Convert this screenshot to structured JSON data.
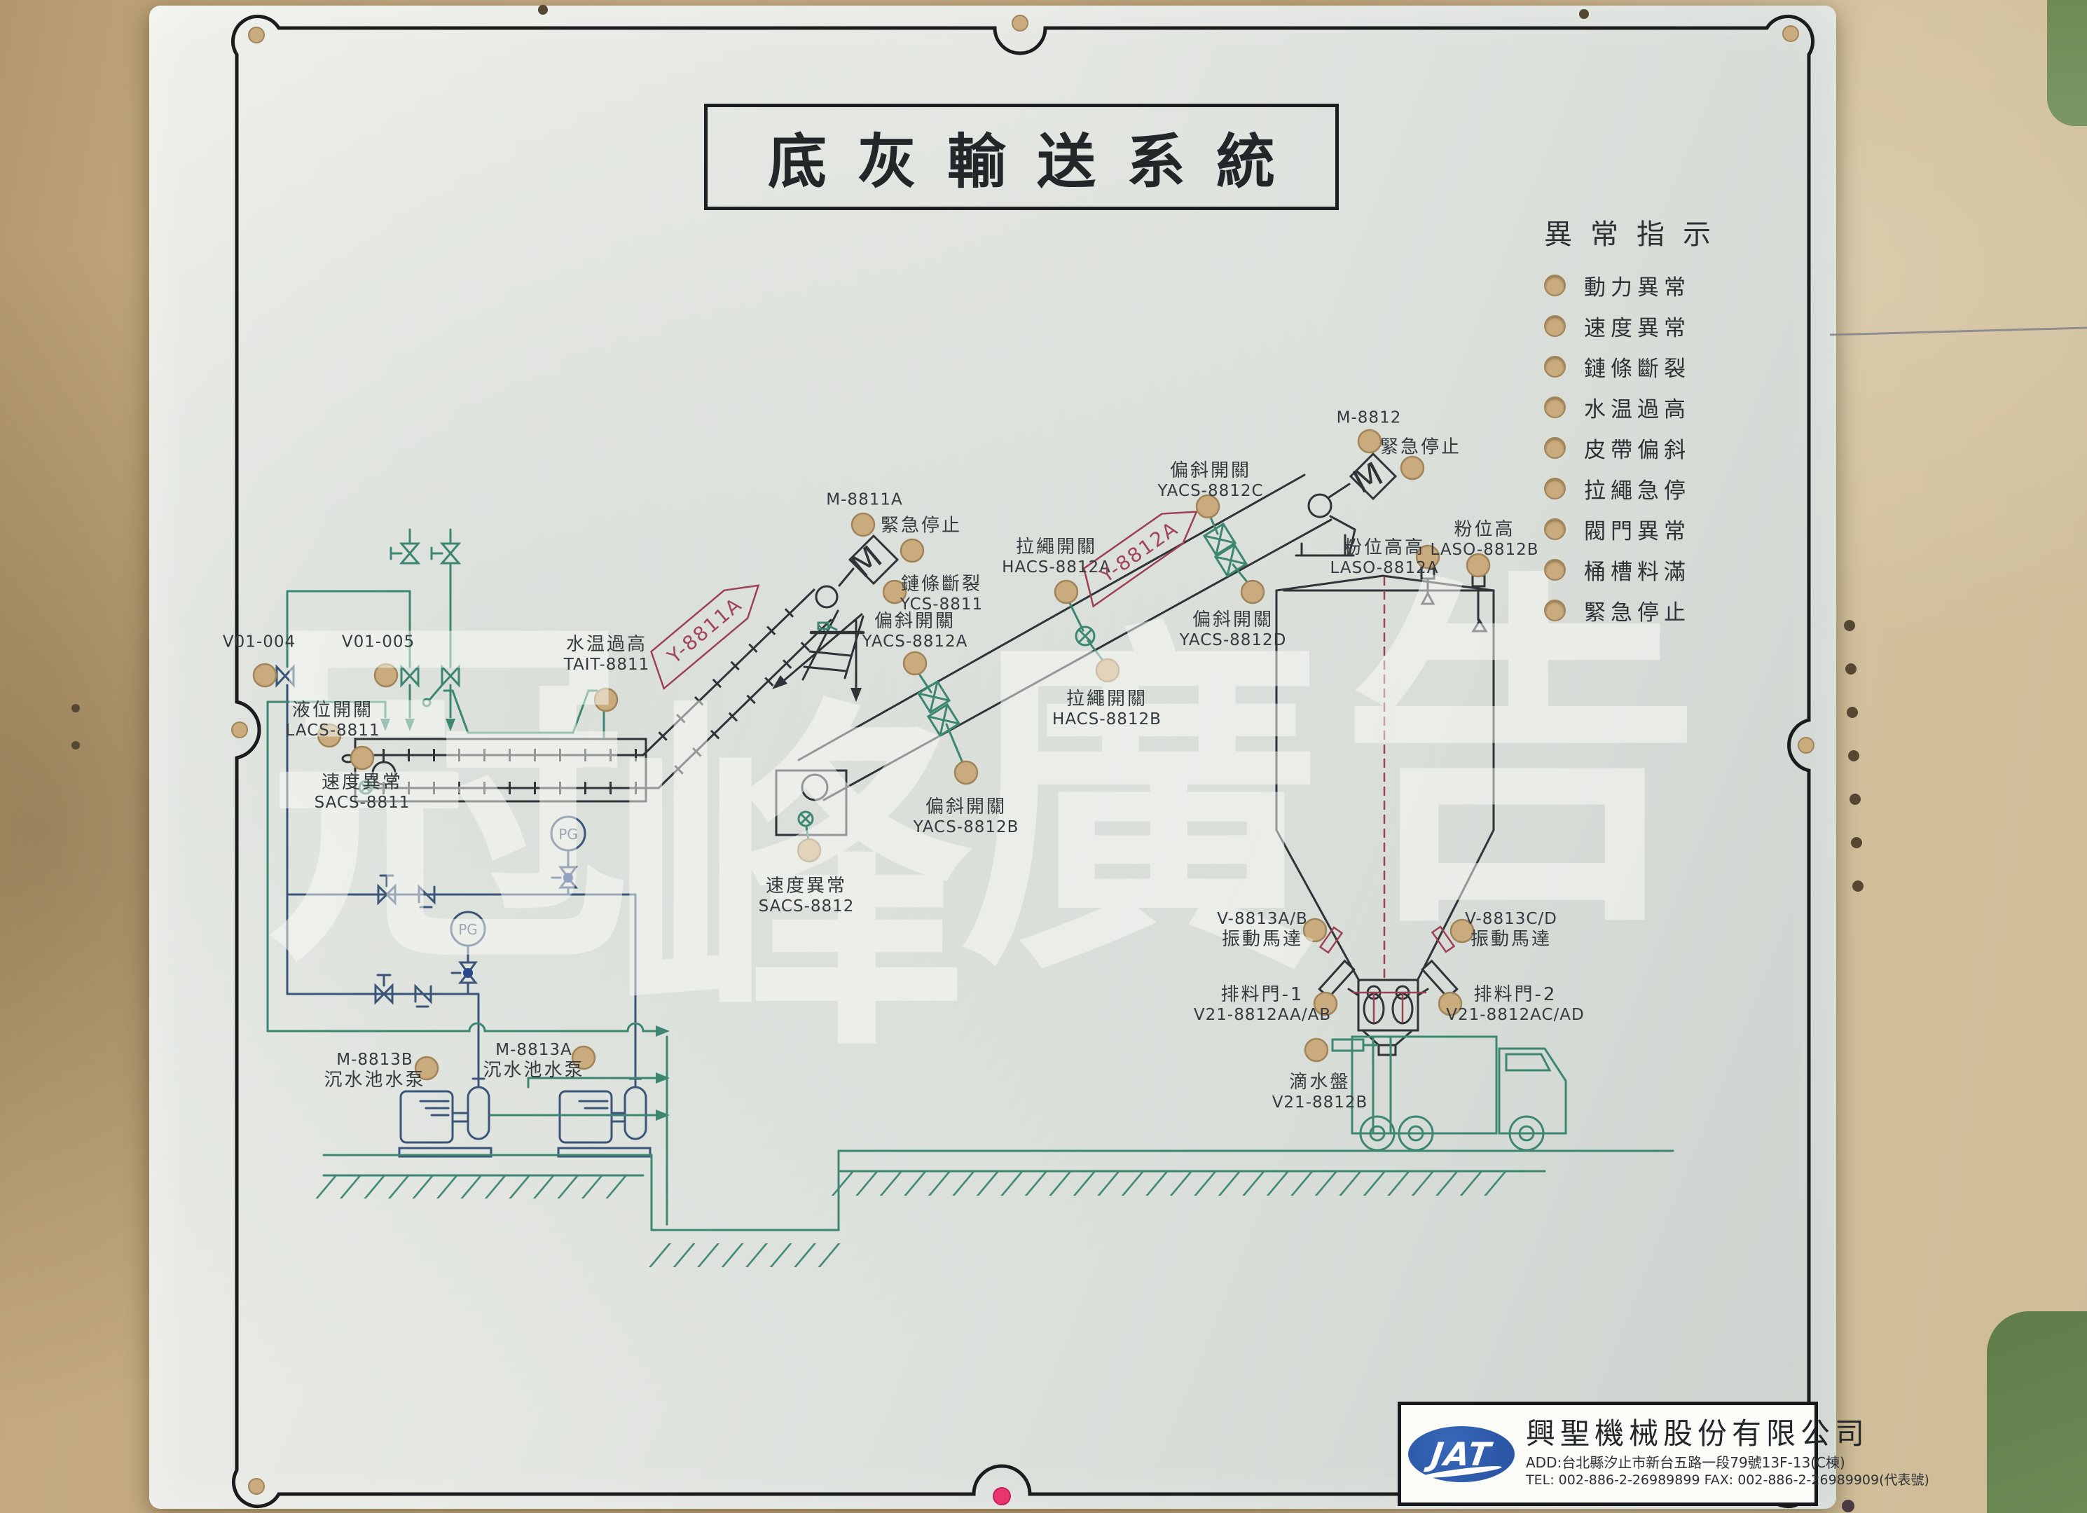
{
  "title": "底灰輸送系統",
  "indicator_panel": {
    "header": "異常指示",
    "items": [
      "動力異常",
      "速度異常",
      "鏈條斷裂",
      "水温過高",
      "皮帶偏斜",
      "拉繩急停",
      "閥門異常",
      "桶槽料滿",
      "緊急停止"
    ]
  },
  "watermark": {
    "text": "冠峰廣告",
    "chars": [
      "冠",
      "峰",
      "廣",
      "告"
    ]
  },
  "symbols": {
    "motor": "M",
    "pressure_gauge": "PG"
  },
  "flags": {
    "y8811a": "Y-8811A",
    "y8812a": "Y-8812A"
  },
  "labels": {
    "v01_004": {
      "l1": "V01-004"
    },
    "v01_005": {
      "l1": "V01-005"
    },
    "tait_8811": {
      "l1": "水温過高",
      "l2": "TAIT-8811"
    },
    "lacs_8811": {
      "l1": "液位開關",
      "l2": "LACS-8811"
    },
    "sacs_8811": {
      "l1": "速度異常",
      "l2": "SACS-8811"
    },
    "m_8811a": {
      "l1": "M-8811A"
    },
    "estop_conv1": {
      "l1": "緊急停止"
    },
    "ycs_8811": {
      "l1": "鏈條斷裂",
      "l2": "YCS-8811"
    },
    "yacs_8812a": {
      "l1": "偏斜開關",
      "l2": "YACS-8812A"
    },
    "hacs_8812a": {
      "l1": "拉繩開關",
      "l2": "HACS-8812A"
    },
    "yacs_8812c": {
      "l1": "偏斜開關",
      "l2": "YACS-8812C"
    },
    "m_8812": {
      "l1": "M-8812"
    },
    "estop_conv2": {
      "l1": "緊急停止"
    },
    "laso_8812a": {
      "l1": "粉位高高",
      "l2": "LASO-8812A"
    },
    "laso_8812b": {
      "l1": "粉位高",
      "l2": "LASO-8812B"
    },
    "yacs_8812d": {
      "l1": "偏斜開關",
      "l2": "YACS-8812D"
    },
    "hacs_8812b": {
      "l1": "拉繩開關",
      "l2": "HACS-8812B"
    },
    "yacs_8812b": {
      "l1": "偏斜開關",
      "l2": "YACS-8812B"
    },
    "sacs_8812": {
      "l1": "速度異常",
      "l2": "SACS-8812"
    },
    "v_8813ab": {
      "l1": "V-8813A/B",
      "l2": "振動馬達"
    },
    "v_8813cd": {
      "l1": "V-8813C/D",
      "l2": "振動馬達"
    },
    "gate_1": {
      "l1": "排料門-1",
      "l2": "V21-8812AA/AB"
    },
    "gate_2": {
      "l1": "排料門-2",
      "l2": "V21-8812AC/AD"
    },
    "drip_pan": {
      "l1": "滴水盤",
      "l2": "V21-8812B"
    },
    "m_8813b": {
      "l1": "M-8813B",
      "l2": "沉水池水泵"
    },
    "m_8813a": {
      "l1": "M-8813A",
      "l2": "沉水池水泵"
    }
  },
  "footer": {
    "logo": "JAT",
    "company": "興聖機械股份有限公司",
    "address": "ADD:台北縣汐止市新台五路一段79號13F-13(C棟)",
    "phone": "TEL: 002-886-2-26989899   FAX: 002-886-2-26989909(代表號)"
  },
  "colors": {
    "diagram_green": "#3c8672",
    "diagram_dark": "#2e3438",
    "diagram_navy": "#3a5577",
    "accent_red": "#9c4054",
    "hole_tan": "#c9ab7e",
    "pink_dot": "#e8356d",
    "logo_blue": "#2b57a5",
    "panel_bg": "#e2e5e0",
    "backdrop": "#c5aa80"
  }
}
